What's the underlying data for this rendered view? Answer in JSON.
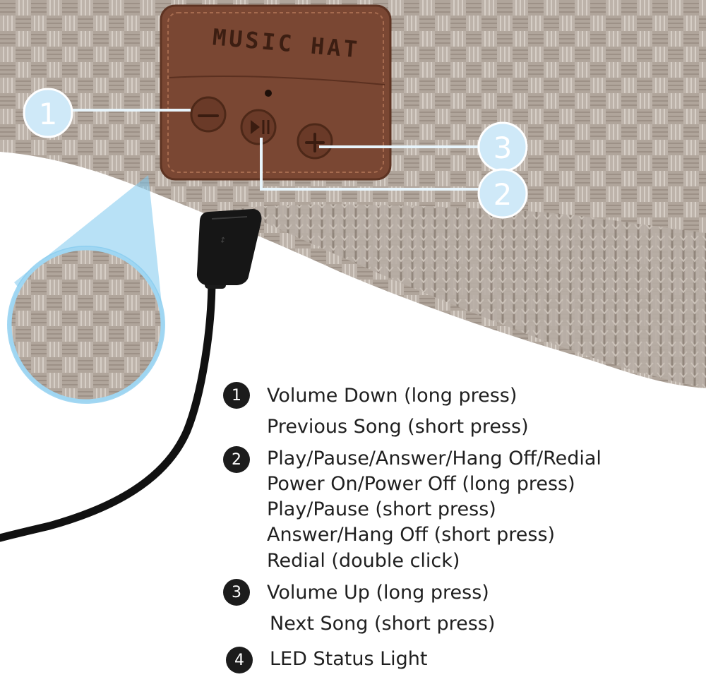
{
  "patch": {
    "brand": "MUSIC HAT"
  },
  "callouts": {
    "c1": "1",
    "c2": "2",
    "c3": "3"
  },
  "instructions": [
    {
      "number": "1",
      "lines": [
        "Volume Down (long press)",
        "Previous Song (short press)"
      ]
    },
    {
      "number": "2",
      "lines": [
        "Play/Pause/Answer/Hang Off/Redial",
        "Power On/Power Off (long press)",
        "Play/Pause (short press)",
        "Answer/Hang Off (short press)",
        "Redial (double click)"
      ]
    },
    {
      "number": "3",
      "lines": [
        "Volume Up (long press)",
        "Next Song (short press)"
      ]
    },
    {
      "number": "4",
      "lines": [
        "LED Status Light"
      ]
    }
  ],
  "colors": {
    "knit": "#b9afa6",
    "leather": "#7a4733",
    "callout": "#cfe9f8",
    "callout_line": "#e8f5fc",
    "badge": "#1c1c1c"
  }
}
